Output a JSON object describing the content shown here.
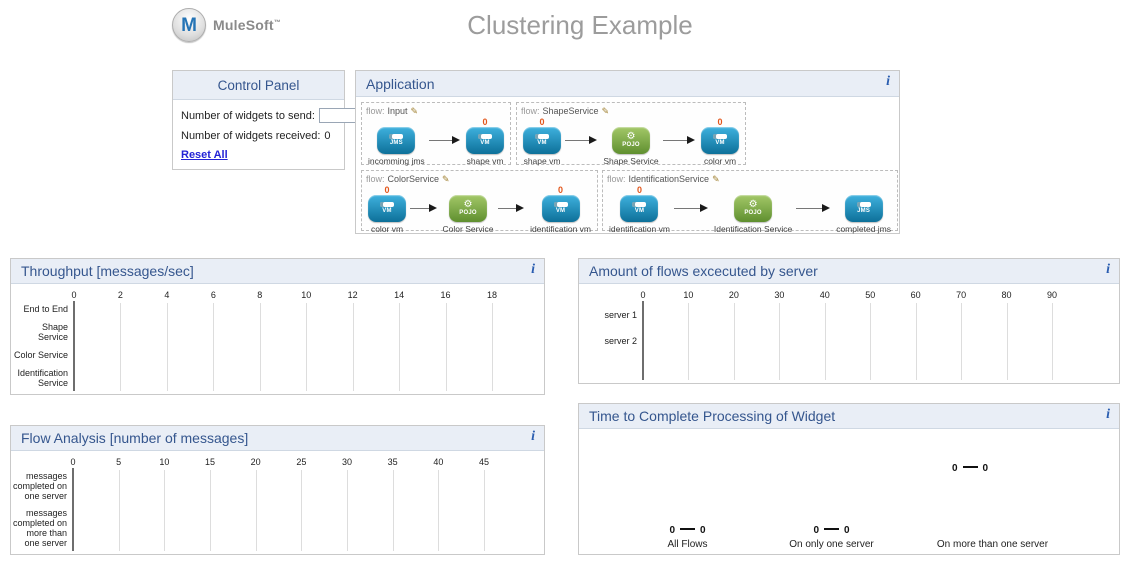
{
  "header": {
    "brand": "MuleSoft",
    "brand_tm": "™",
    "title": "Clustering Example"
  },
  "ui": {
    "info_icon": "i",
    "edit_icon": "✎"
  },
  "colors": {
    "panel_header_bg": "#e9eef6",
    "panel_header_text": "#35568e",
    "counter_red": "#e2561b",
    "node_blue": "#1387b8",
    "node_green": "#71a033",
    "link_blue": "#2323d6",
    "info_blue": "#2a5db0"
  },
  "control_panel": {
    "title": "Control Panel",
    "send_label": "Number of widgets to send:",
    "send_value": "",
    "received_label": "Number of widgets received:",
    "received_value": "0",
    "reset_link": "Reset All"
  },
  "application": {
    "title": "Application",
    "flow_prefix": "flow:",
    "flows": [
      {
        "name": "Input",
        "nodes": [
          {
            "type": "jms",
            "icon_text": "JMS",
            "label": "incomming jms",
            "counter": null
          },
          {
            "type": "vm",
            "icon_text": "VM",
            "label": "shape vm",
            "counter": "0"
          }
        ]
      },
      {
        "name": "ShapeService",
        "nodes": [
          {
            "type": "vm",
            "icon_text": "VM",
            "label": "shape vm",
            "counter": "0"
          },
          {
            "type": "pojo",
            "icon_text": "POJO",
            "label": "Shape Service",
            "counter": null
          },
          {
            "type": "vm",
            "icon_text": "VM",
            "label": "color vm",
            "counter": "0"
          }
        ]
      },
      {
        "name": "ColorService",
        "nodes": [
          {
            "type": "vm",
            "icon_text": "VM",
            "label": "color vm",
            "counter": "0"
          },
          {
            "type": "pojo",
            "icon_text": "POJO",
            "label": "Color Service",
            "counter": null
          },
          {
            "type": "vm",
            "icon_text": "VM",
            "label": "identification vm",
            "counter": "0"
          }
        ]
      },
      {
        "name": "IdentificationService",
        "nodes": [
          {
            "type": "vm",
            "icon_text": "VM",
            "label": "identification vm",
            "counter": "0"
          },
          {
            "type": "pojo",
            "icon_text": "POJO",
            "label": "Identification Service",
            "counter": null
          },
          {
            "type": "jms",
            "icon_text": "JMS",
            "label": "completed jms",
            "counter": null
          }
        ]
      }
    ]
  },
  "chart_data": [
    {
      "id": "throughput",
      "type": "bar",
      "orientation": "horizontal",
      "title": "Throughput [messages/sec]",
      "categories": [
        "End to End",
        "Shape Service",
        "Color Service",
        "Identification Service"
      ],
      "values": [
        0,
        0,
        0,
        0
      ],
      "xticks": [
        0,
        2,
        4,
        6,
        8,
        10,
        12,
        14,
        16,
        18
      ],
      "xlim": [
        0,
        18
      ],
      "xlabel": "",
      "ylabel": "",
      "grid": true,
      "legend": false
    },
    {
      "id": "flows-executed-by-server",
      "type": "bar",
      "orientation": "horizontal",
      "title": "Amount of flows excecuted by server",
      "categories": [
        "server 1",
        "server 2"
      ],
      "values": [
        0,
        0
      ],
      "xticks": [
        0,
        10,
        20,
        30,
        40,
        50,
        60,
        70,
        80,
        90
      ],
      "xlim": [
        0,
        90
      ],
      "xlabel": "",
      "ylabel": "",
      "grid": true,
      "legend": false
    },
    {
      "id": "flow-analysis",
      "type": "bar",
      "orientation": "horizontal",
      "title": "Flow Analysis [number of messages]",
      "categories": [
        "messages completed on one server",
        "messages completed on more than one server"
      ],
      "values": [
        0,
        0
      ],
      "xticks": [
        0,
        5,
        10,
        15,
        20,
        25,
        30,
        35,
        40,
        45
      ],
      "xlim": [
        0,
        45
      ],
      "xlabel": "",
      "ylabel": "",
      "grid": true,
      "legend": false
    },
    {
      "id": "time-to-complete",
      "type": "table",
      "title": "Time to Complete Processing of Widget",
      "groups": [
        {
          "label": "All Flows",
          "min": "0",
          "max": "0"
        },
        {
          "label": "On only one server",
          "min": "0",
          "max": "0"
        },
        {
          "label": "On more than one server",
          "min": "0",
          "max": "0"
        }
      ]
    }
  ]
}
